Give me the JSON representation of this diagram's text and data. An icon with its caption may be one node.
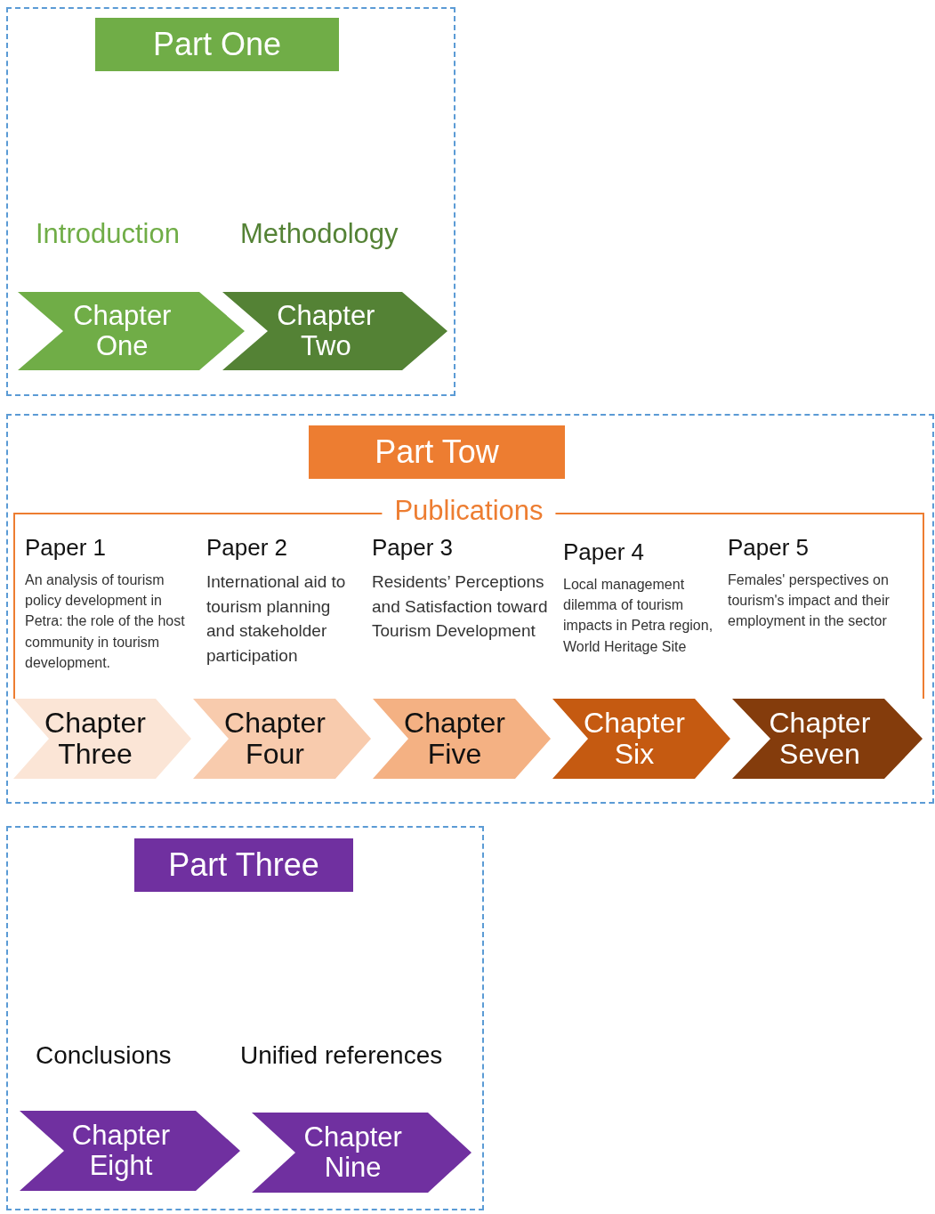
{
  "diagram": {
    "nodes": [
      {
        "text": [],
        "shape": "box"
      },
      {
        "text": [
          "Part One"
        ],
        "in": 0
      },
      {
        "text": [
          "Chapter One"
        ],
        "in": 0,
        "beside": [
          "Introduction"
        ]
      },
      {
        "text": [
          "Chapter Two"
        ],
        "in": 0,
        "beside": [
          "Methodology"
        ]
      },
      {
        "text": [],
        "shape": "box"
      },
      {
        "text": [
          "Part Tow"
        ],
        "in": 4
      },
      {
        "text": [
          "Publications"
        ],
        "in": 4
      },
      {
        "text": [
          "Chapter Three"
        ],
        "in": 4
      },
      {
        "text": [
          "Chapter Four"
        ],
        "in": 4
      },
      {
        "text": [
          "Chapter Five"
        ],
        "in": 4
      },
      {
        "text": [
          "Chapter Six"
        ],
        "in": 4
      },
      {
        "text": [
          "Chapter Seven"
        ],
        "in": 4
      },
      {
        "text": [],
        "shape": "box"
      },
      {
        "text": [
          "Part Three"
        ],
        "in": 12
      },
      {
        "text": [
          "Chapter Eight"
        ],
        "in": 12,
        "beside": [
          "Conclusions"
        ]
      },
      {
        "text": [
          "Chapter Nine"
        ],
        "in": 12,
        "beside": [
          "Unified references"
        ]
      }
    ],
    "labels": [
      "Paper 1",
      "An analysis of tourism policy development in Petra: the role of the host community in tourism development.",
      "Paper 2",
      "International aid to tourism planning and stakeholder participation",
      "Paper 3",
      "Residents’ Perceptions and Satisfaction toward Tourism Development",
      "Paper 4",
      "Local management dilemma of tourism impacts in Petra region, World Heritage Site",
      "Paper 5",
      "Females' perspectives on tourism's impact and their employment in the sector"
    ]
  }
}
